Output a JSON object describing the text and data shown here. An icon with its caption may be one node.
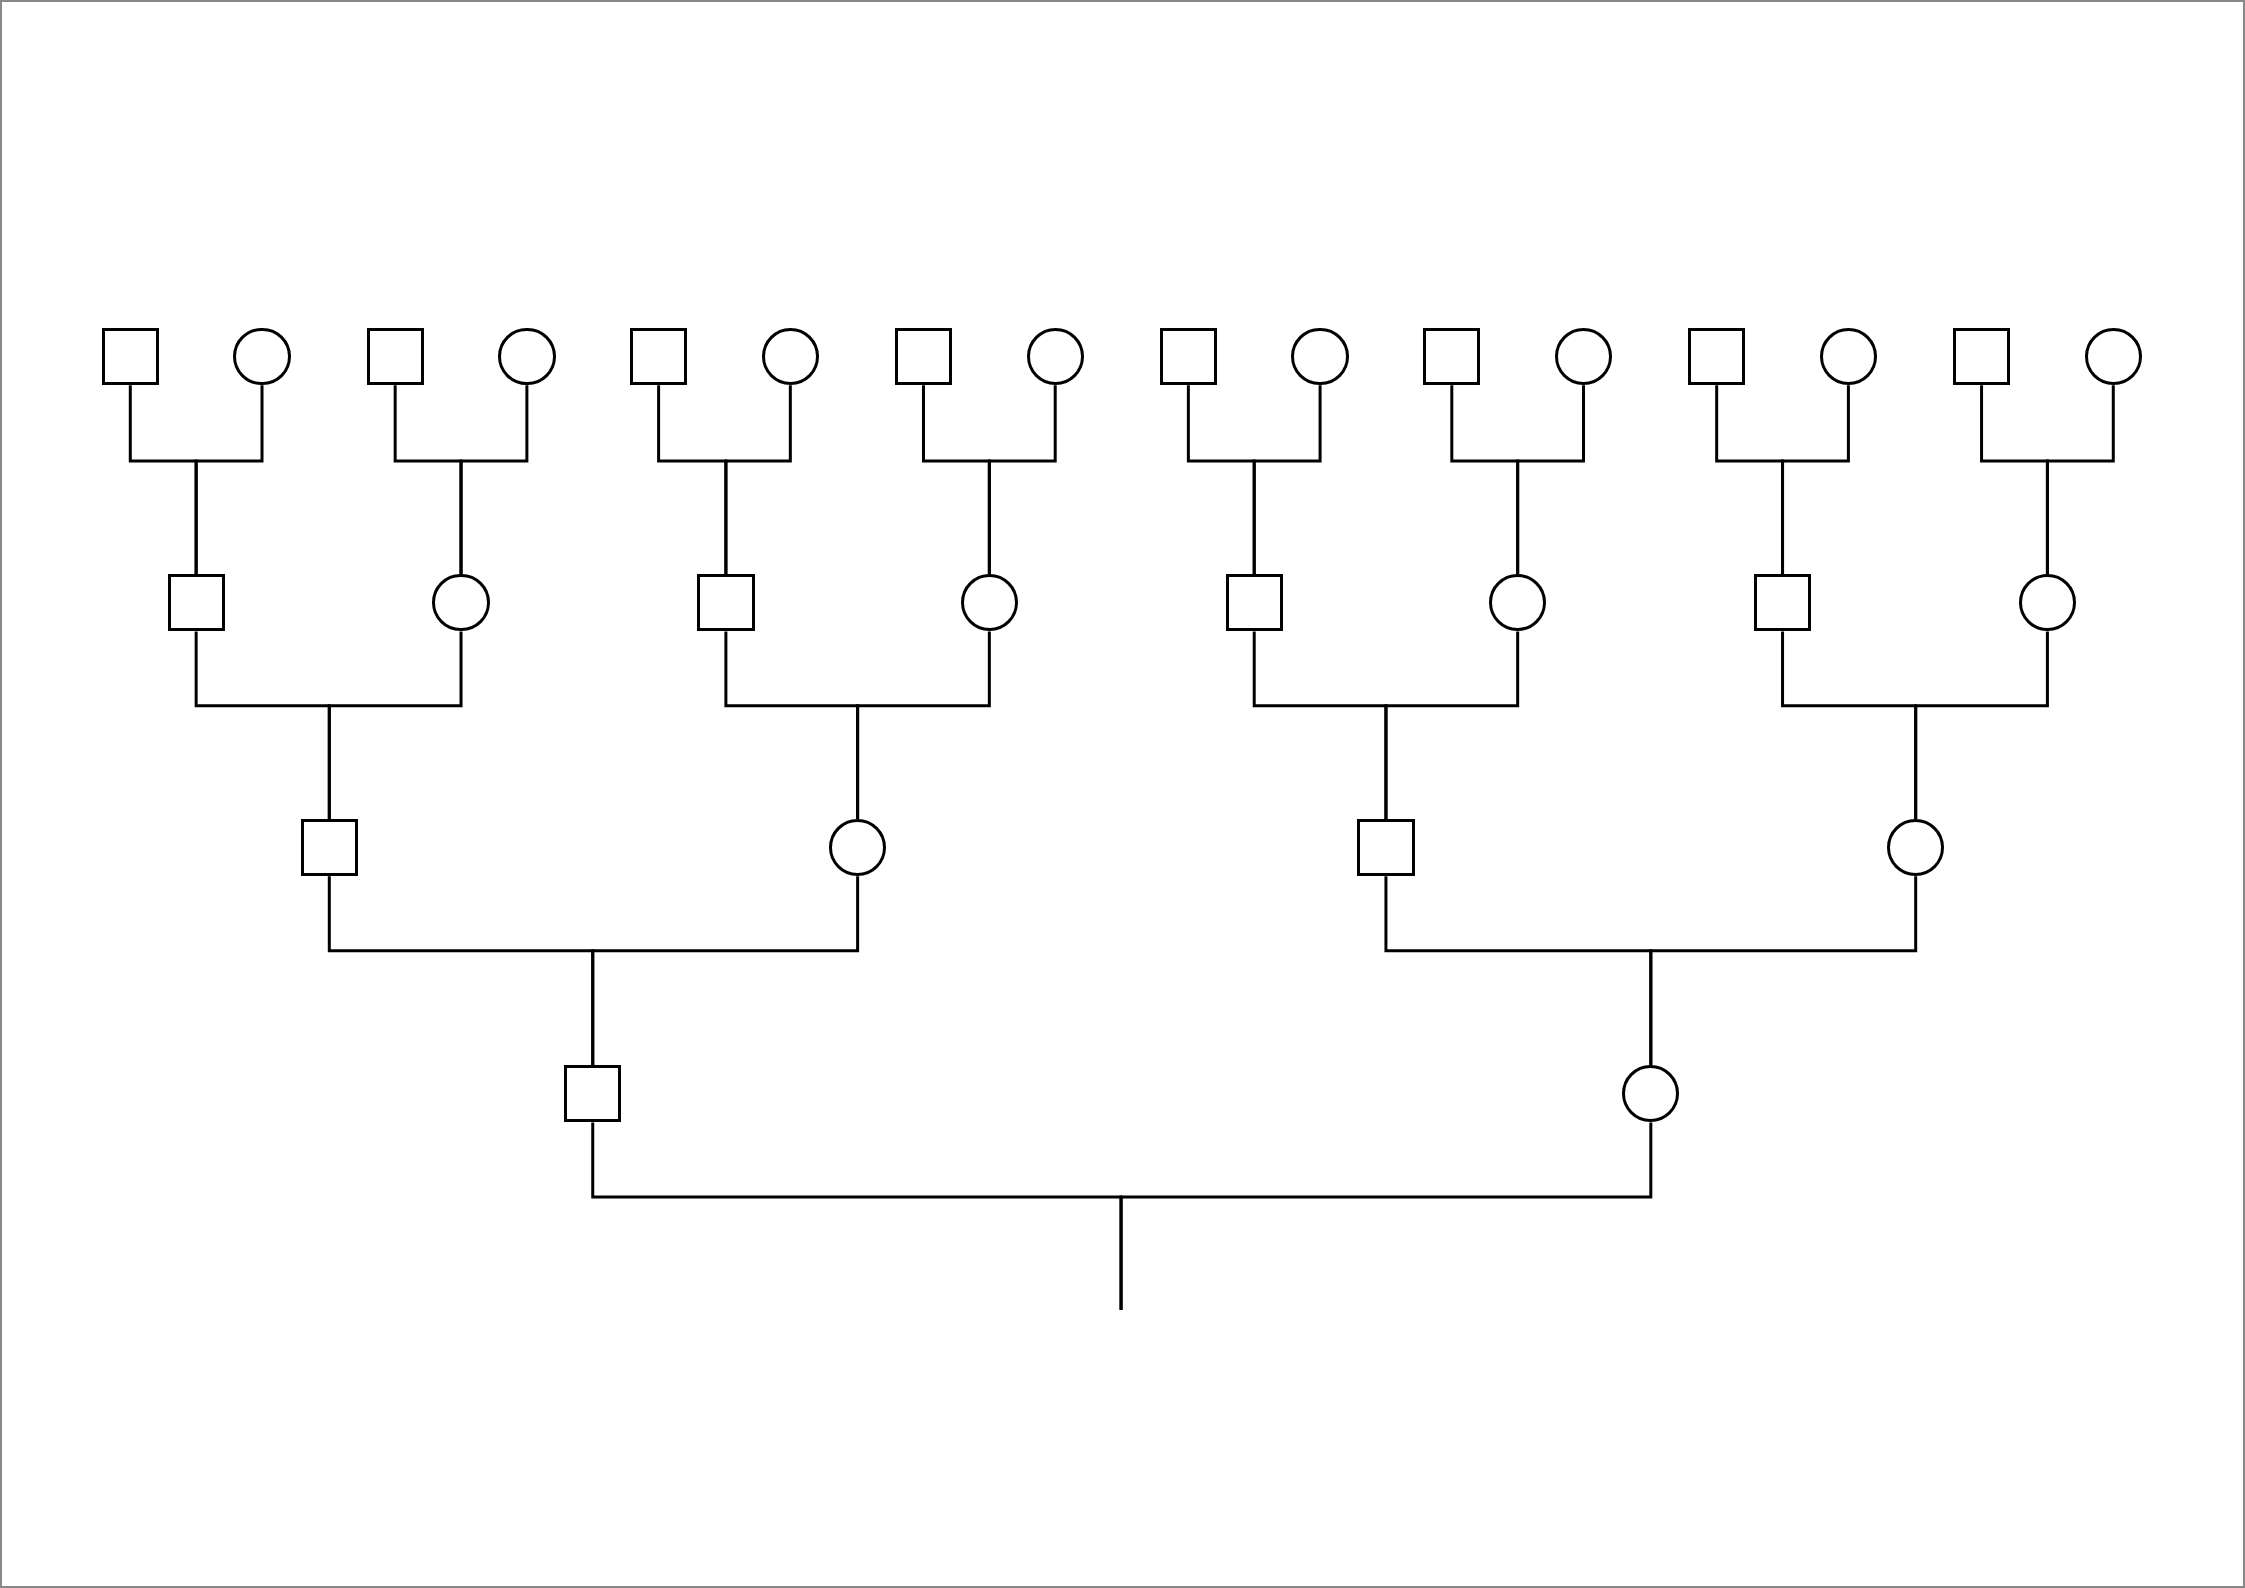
{
  "diagram": {
    "nodes": [
      {
        "text": [],
        "shape": "box"
      },
      {
        "text": [],
        "shape": "circle"
      },
      {
        "text": [],
        "shape": "box"
      },
      {
        "text": [],
        "shape": "circle"
      },
      {
        "text": [],
        "shape": "box"
      },
      {
        "text": [],
        "shape": "circle"
      },
      {
        "text": [],
        "shape": "box"
      },
      {
        "text": [],
        "shape": "circle"
      },
      {
        "text": [],
        "shape": "box"
      },
      {
        "text": [],
        "shape": "circle"
      },
      {
        "text": [],
        "shape": "box"
      },
      {
        "text": [],
        "shape": "circle"
      },
      {
        "text": [],
        "shape": "box"
      },
      {
        "text": [],
        "shape": "circle"
      },
      {
        "text": [],
        "shape": "box"
      },
      {
        "text": [],
        "shape": "circle"
      },
      {
        "text": [],
        "shape": "box"
      },
      {
        "text": [],
        "shape": "circle"
      },
      {
        "text": [],
        "shape": "box"
      },
      {
        "text": [],
        "shape": "circle"
      },
      {
        "text": [],
        "shape": "box"
      },
      {
        "text": [],
        "shape": "circle"
      },
      {
        "text": [],
        "shape": "box"
      },
      {
        "text": [],
        "shape": "circle"
      },
      {
        "text": [],
        "shape": "box"
      },
      {
        "text": [],
        "shape": "circle"
      },
      {
        "text": [],
        "shape": "box"
      },
      {
        "text": [],
        "shape": "circle"
      },
      {
        "text": [],
        "shape": "box"
      },
      {
        "text": [],
        "shape": "circle"
      }
    ],
    "edges": [
      {
        "from": 0,
        "to": 16,
        "arrow": "none"
      },
      {
        "from": 1,
        "to": 16,
        "arrow": "none"
      },
      {
        "from": 2,
        "to": 17,
        "arrow": "none"
      },
      {
        "from": 3,
        "to": 17,
        "arrow": "none"
      },
      {
        "from": 4,
        "to": 18,
        "arrow": "none"
      },
      {
        "from": 5,
        "to": 18,
        "arrow": "none"
      },
      {
        "from": 6,
        "to": 19,
        "arrow": "none"
      },
      {
        "from": 7,
        "to": 19,
        "arrow": "none"
      },
      {
        "from": 8,
        "to": 20,
        "arrow": "none"
      },
      {
        "from": 9,
        "to": 20,
        "arrow": "none"
      },
      {
        "from": 10,
        "to": 21,
        "arrow": "none"
      },
      {
        "from": 11,
        "to": 21,
        "arrow": "none"
      },
      {
        "from": 12,
        "to": 22,
        "arrow": "none"
      },
      {
        "from": 13,
        "to": 22,
        "arrow": "none"
      },
      {
        "from": 14,
        "to": 23,
        "arrow": "none"
      },
      {
        "from": 15,
        "to": 23,
        "arrow": "none"
      },
      {
        "from": 16,
        "to": 24,
        "arrow": "none"
      },
      {
        "from": 17,
        "to": 24,
        "arrow": "none"
      },
      {
        "from": 18,
        "to": 25,
        "arrow": "none"
      },
      {
        "from": 19,
        "to": 25,
        "arrow": "none"
      },
      {
        "from": 20,
        "to": 26,
        "arrow": "none"
      },
      {
        "from": 21,
        "to": 26,
        "arrow": "none"
      },
      {
        "from": 22,
        "to": 27,
        "arrow": "none"
      },
      {
        "from": 23,
        "to": 27,
        "arrow": "none"
      },
      {
        "from": 24,
        "to": 28,
        "arrow": "none"
      },
      {
        "from": 25,
        "to": 28,
        "arrow": "none"
      },
      {
        "from": 26,
        "to": 29,
        "arrow": "none"
      },
      {
        "from": 27,
        "to": 29,
        "arrow": "none"
      },
      {
        "from": 28,
        "to": null,
        "arrow": "none"
      },
      {
        "from": 29,
        "to": null,
        "arrow": "none"
      }
    ]
  }
}
